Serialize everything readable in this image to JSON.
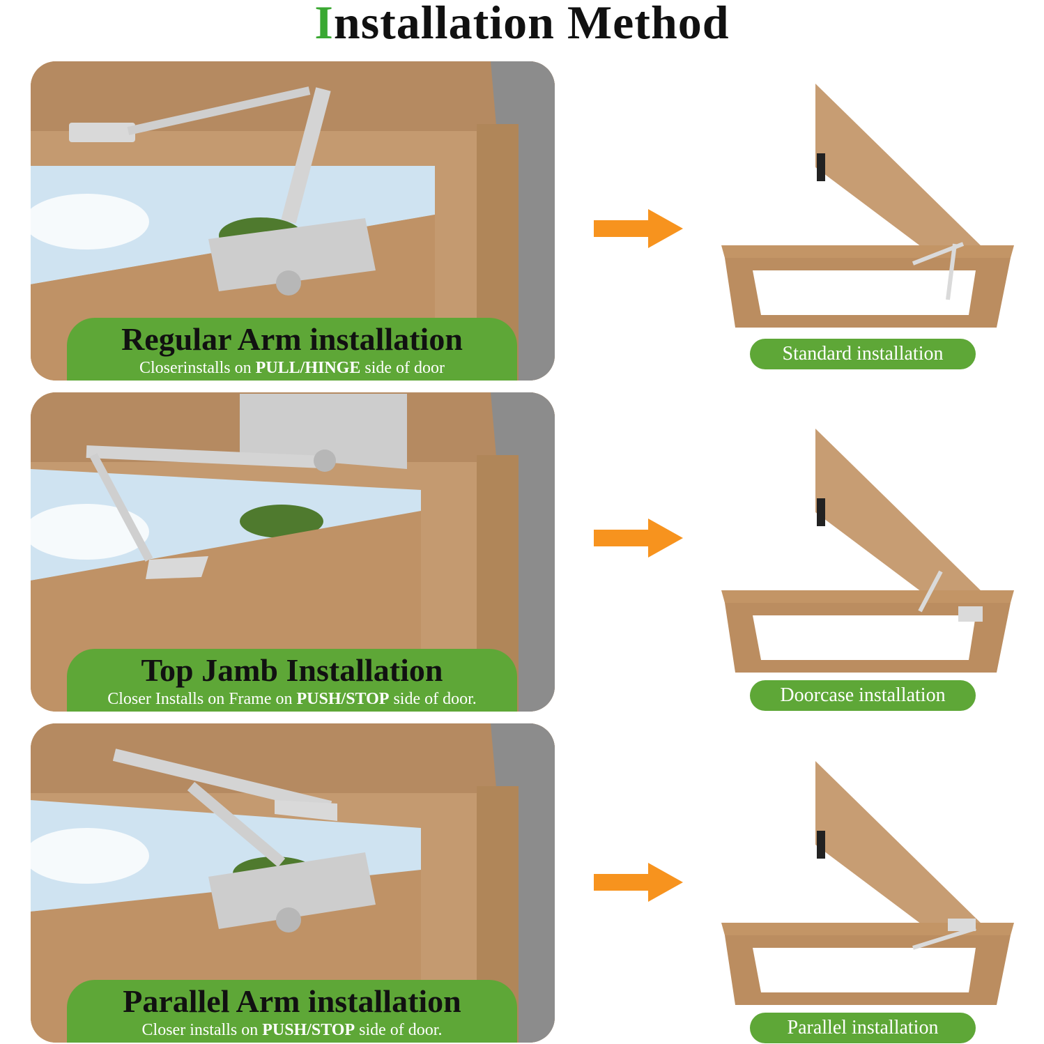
{
  "title": {
    "first_letter": "I",
    "rest": "nstallation Method"
  },
  "rows": [
    {
      "heading": "Regular Arm installation",
      "sub_pre": "Closerinstalls on ",
      "sub_bold": "PULL/HINGE",
      "sub_post": " side of door",
      "pill": "Standard installation"
    },
    {
      "heading": "Top Jamb Installation",
      "sub_pre": "Closer Installs on Frame on ",
      "sub_bold": "PUSH/STOP",
      "sub_post": " side of door.",
      "pill": "Doorcase installation"
    },
    {
      "heading": "Parallel Arm installation",
      "sub_pre": "Closer installs on ",
      "sub_bold": "PUSH/STOP",
      "sub_post": " side of door.",
      "pill": "Parallel installation"
    }
  ],
  "colors": {
    "accent_green": "#5ea737",
    "title_green": "#3aa832",
    "arrow_orange": "#f7931e",
    "wood": "#c59b72"
  },
  "icons": [
    "arrow-right-icon"
  ]
}
